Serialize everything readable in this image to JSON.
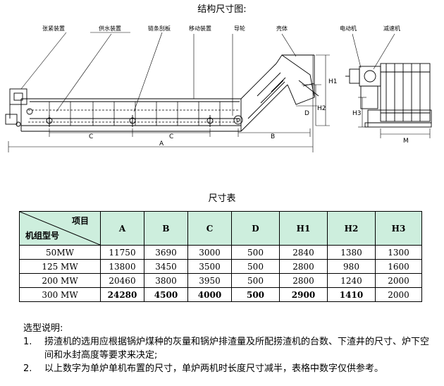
{
  "diagram": {
    "title": "结构尺寸图:",
    "callouts": [
      "张紧装置",
      "供水装置",
      "链条刮板",
      "移动装置",
      "导轮",
      "壳体",
      "电动机",
      "减速机"
    ],
    "dims": {
      "A": "A",
      "B": "B",
      "C1": "C",
      "C2": "C",
      "D": "D",
      "H1": "H1",
      "H2": "H2",
      "H3": "H3",
      "M": "M"
    }
  },
  "table": {
    "title": "尺寸表",
    "corner_top": "项目",
    "corner_bottom": "机组型号",
    "columns": [
      "A",
      "B",
      "C",
      "D",
      "H1",
      "H2",
      "H3"
    ],
    "rows": [
      {
        "model": "50MW",
        "values": [
          "11750",
          "3690",
          "3000",
          "500",
          "2840",
          "1380",
          "1300"
        ],
        "bold": false
      },
      {
        "model": "125 MW",
        "values": [
          "13800",
          "3450",
          "3500",
          "500",
          "2800",
          "980",
          "1600"
        ],
        "bold": false
      },
      {
        "model": "200 MW",
        "values": [
          "20460",
          "3800",
          "3950",
          "500",
          "2800",
          "1240",
          "2000"
        ],
        "bold": false
      },
      {
        "model": "300 MW",
        "values": [
          "24280",
          "4500",
          "4000",
          "500",
          "2900",
          "1410",
          "2000"
        ],
        "bold": true
      }
    ]
  },
  "notes": {
    "title": "选型说明:",
    "items": [
      {
        "num": "1.",
        "text": "捞渣机的选用应根据锅炉煤种的灰量和锅炉排渣量及所配捞渣机的台数、下渣井的尺寸、炉下空间和水封高度等要求来决定;"
      },
      {
        "num": "2.",
        "text": "以上数字为单炉单机布置的尺寸，单炉两机时长度尺寸减半，表格中数字仅供参考。"
      }
    ]
  }
}
